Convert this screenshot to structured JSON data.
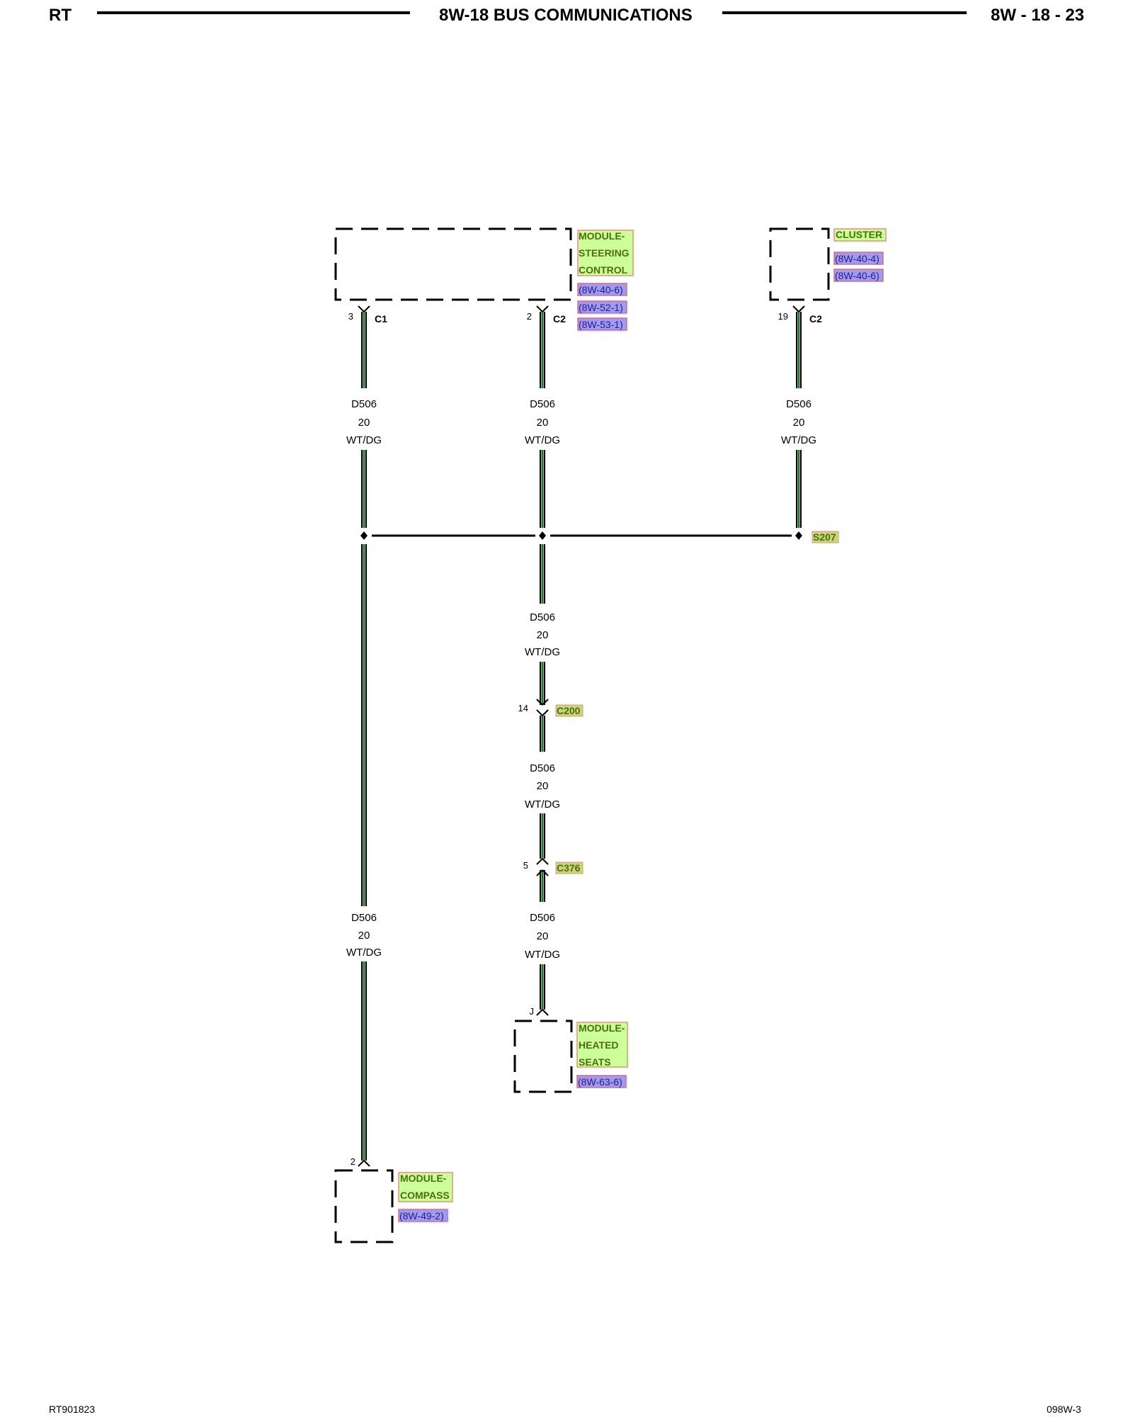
{
  "header": {
    "left": "RT",
    "center": "8W-18 BUS COMMUNICATIONS",
    "right": "8W - 18 - 23"
  },
  "footer": {
    "left": "RT901823",
    "right": "098W-3"
  },
  "colors": {
    "wire_green": "#1f7a2e",
    "component_label_bg": "#ccff99",
    "component_label_border": "#e8927a",
    "reference_bg": "#9e9cf2",
    "reference_border": "#d96a8a",
    "splice_label_bg": "#c8d67a"
  },
  "components": {
    "steering": {
      "name_lines": [
        "MODULE-",
        "STEERING",
        "CONTROL"
      ],
      "refs": [
        "(8W-40-6)",
        "(8W-52-1)",
        "(8W-53-1)"
      ],
      "pins": [
        {
          "pin": "3",
          "connector": "C1"
        },
        {
          "pin": "2",
          "connector": "C2"
        }
      ]
    },
    "cluster": {
      "name_lines": [
        "CLUSTER"
      ],
      "refs": [
        "(8W-40-4)",
        "(8W-40-6)"
      ],
      "pins": [
        {
          "pin": "19",
          "connector": "C2"
        }
      ]
    },
    "heated_seats": {
      "name_lines": [
        "MODULE-",
        "HEATED",
        "SEATS"
      ],
      "refs": [
        "(8W-63-6)"
      ],
      "pin": "J"
    },
    "compass": {
      "name_lines": [
        "MODULE-",
        "COMPASS"
      ],
      "refs": [
        "(8W-49-2)"
      ],
      "pin": "2"
    }
  },
  "wire": {
    "circuit": "D506",
    "gauge": "20",
    "color": "WT/DG"
  },
  "splice": "S207",
  "inline_connectors": [
    {
      "pin": "14",
      "name": "C200"
    },
    {
      "pin": "5",
      "name": "C376"
    }
  ]
}
